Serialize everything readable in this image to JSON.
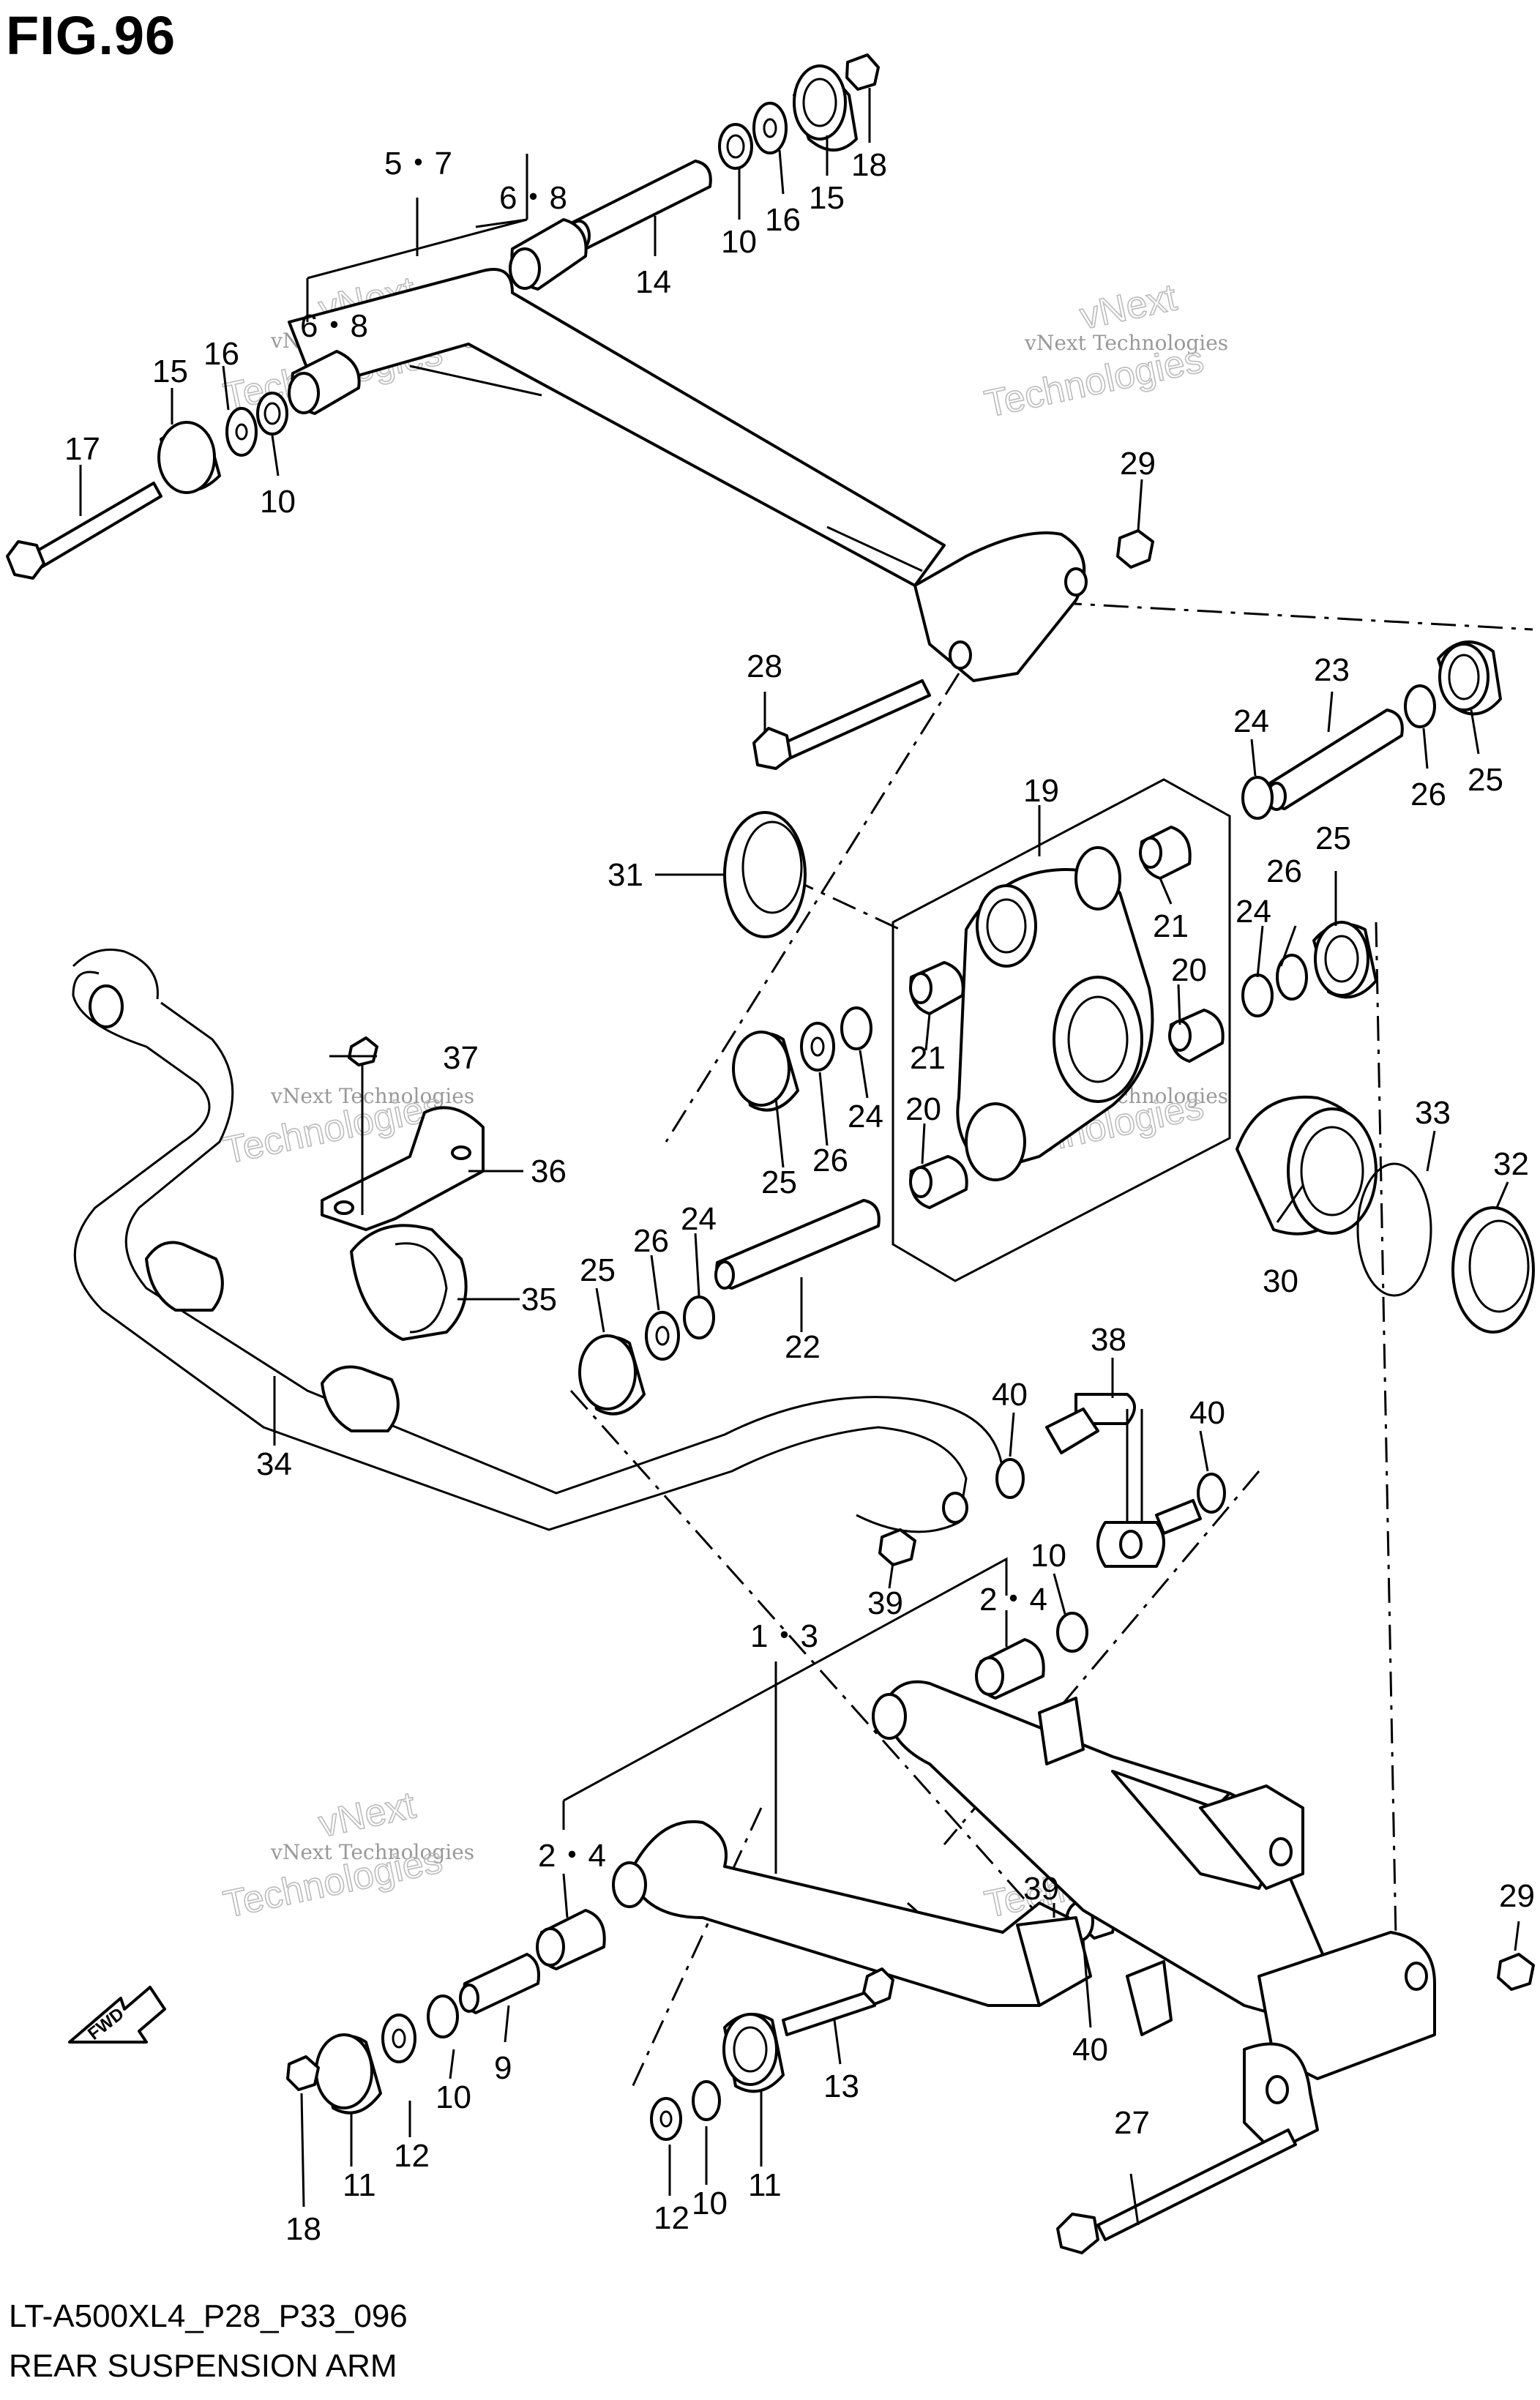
{
  "figure": {
    "title": "FIG.96",
    "code": "LT-A500XL4_P28_P33_096",
    "name": "REAR SUSPENSION ARM"
  },
  "watermark": {
    "line1": "vNext Technologies",
    "line2": "vNext",
    "line3": "Technologies"
  },
  "direction_badge": "FWD",
  "callouts": {
    "c1_3": "1・3",
    "c2_4a": "2・4",
    "c2_4b": "2・4",
    "c5_7": "5・7",
    "c6_8a": "6・8",
    "c6_8b": "6・8",
    "c9": "9",
    "c10a": "10",
    "c10b": "10",
    "c10c": "10",
    "c10d": "10",
    "c10e": "10",
    "c11a": "11",
    "c11b": "11",
    "c12a": "12",
    "c12b": "12",
    "c13": "13",
    "c14": "14",
    "c15a": "15",
    "c15b": "15",
    "c16a": "16",
    "c16b": "16",
    "c17": "17",
    "c18a": "18",
    "c18b": "18",
    "c19": "19",
    "c20a": "20",
    "c20b": "20",
    "c21a": "21",
    "c21b": "21",
    "c22": "22",
    "c23": "23",
    "c24a": "24",
    "c24b": "24",
    "c24c": "24",
    "c24d": "24",
    "c25a": "25",
    "c25b": "25",
    "c25c": "25",
    "c25d": "25",
    "c26a": "26",
    "c26b": "26",
    "c26c": "26",
    "c26d": "26",
    "c27": "27",
    "c28": "28",
    "c29a": "29",
    "c29b": "29",
    "c30": "30",
    "c31": "31",
    "c32": "32",
    "c33": "33",
    "c34": "34",
    "c35": "35",
    "c36": "36",
    "c37": "37",
    "c38": "38",
    "c39a": "39",
    "c39b": "39",
    "c40a": "40",
    "c40b": "40",
    "c40c": "40"
  }
}
